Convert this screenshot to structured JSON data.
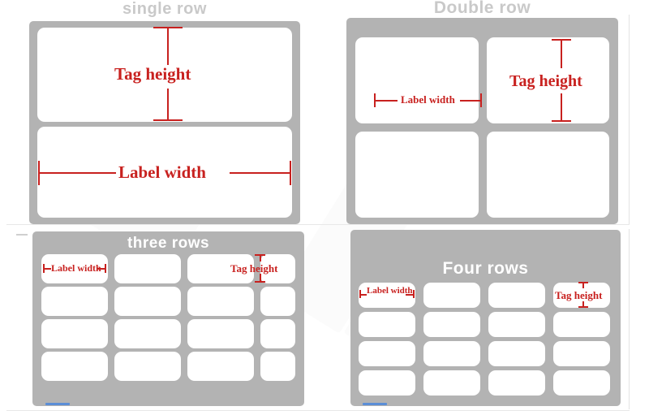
{
  "page": {
    "background_color": "#ffffff",
    "panel_color": "#b3b3b3",
    "cell_color": "#ffffff",
    "annotation_color": "#c8211f",
    "outside_title_color": "#c9c9c9",
    "inside_title_color": "#ffffff",
    "accent_color": "#5b8ed6"
  },
  "panels": {
    "single_row": {
      "title": "single row",
      "title_position": "outside-top",
      "columns": 1,
      "rows": 2,
      "annotations": {
        "tag_height": "Tag height",
        "label_width": "Label width"
      }
    },
    "double_row": {
      "title": "Double row",
      "title_position": "outside-top",
      "columns": 2,
      "rows": 2,
      "annotations": {
        "label_width": "Label width",
        "tag_height": "Tag height"
      }
    },
    "three_rows": {
      "title": "three rows",
      "title_position": "inside-top",
      "columns": 3,
      "rows": 4,
      "annotations": {
        "label_width": "Label width",
        "tag_height": "Tag height"
      }
    },
    "four_rows": {
      "title": "Four rows",
      "title_position": "inside-top",
      "columns": 4,
      "rows": 4,
      "annotations": {
        "label_width": "Label width",
        "tag_height": "Tag height"
      }
    }
  }
}
